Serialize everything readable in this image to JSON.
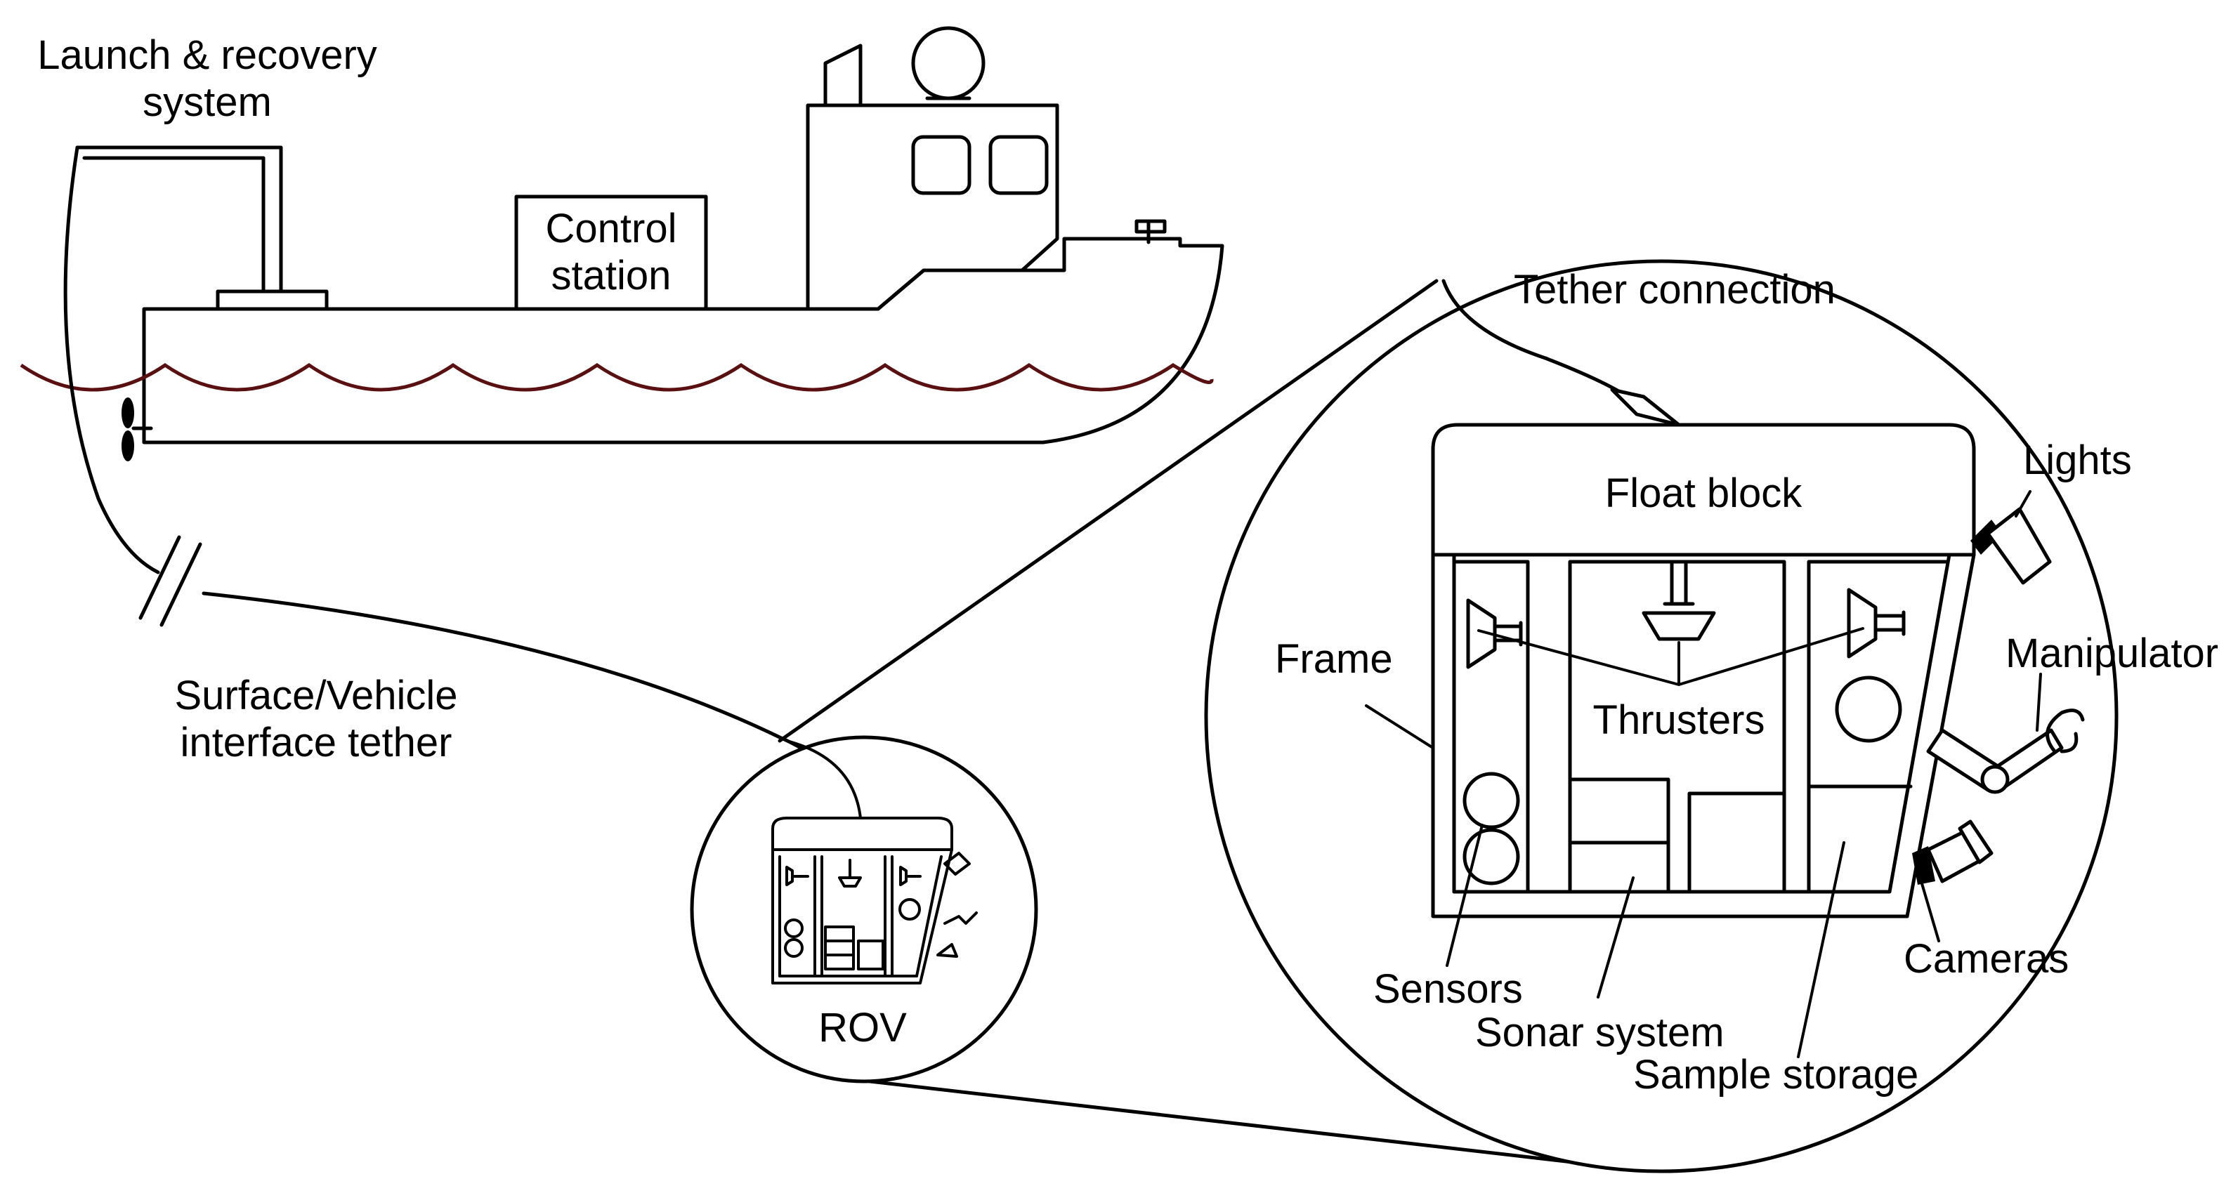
{
  "diagram": {
    "labels": {
      "launch_line1": "Launch & recovery",
      "launch_line2": "system",
      "control_line1": "Control",
      "control_line2": "station",
      "tether_line1": "Surface/Vehicle",
      "tether_line2": "interface tether",
      "rov": "ROV",
      "tether_connection": "Tether connection",
      "float_block": "Float block",
      "lights": "Lights",
      "frame": "Frame",
      "thrusters": "Thrusters",
      "manipulator": "Manipulator",
      "sensors": "Sensors",
      "sonar": "Sonar system",
      "sample_storage": "Sample storage",
      "cameras": "Cameras"
    },
    "colors": {
      "line": "#000000",
      "water": "#5a1010",
      "background": "#ffffff"
    }
  }
}
